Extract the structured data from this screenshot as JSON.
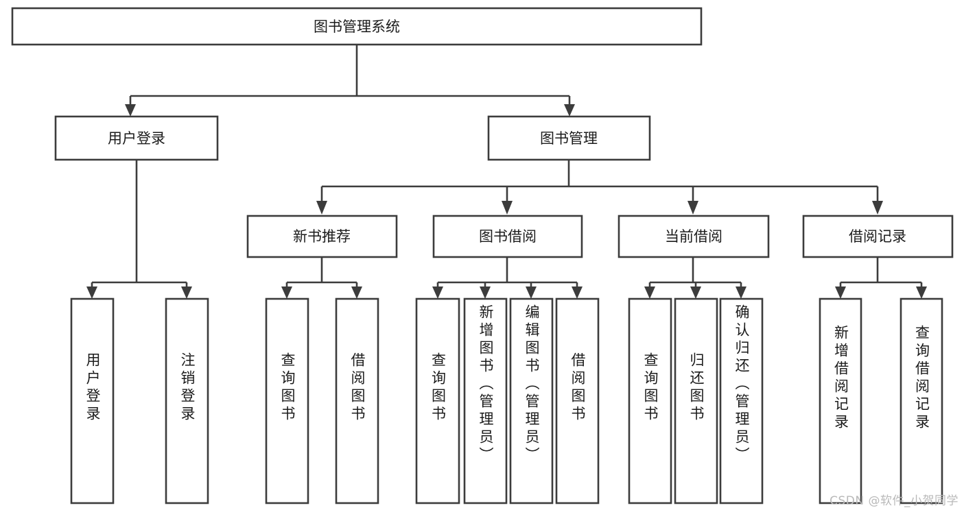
{
  "diagram": {
    "type": "tree",
    "orientation": "top-down",
    "root": {
      "id": "root",
      "label": "图书管理系统"
    },
    "level2": [
      {
        "id": "user-login",
        "label": "用户登录"
      },
      {
        "id": "book-manage",
        "label": "图书管理"
      }
    ],
    "level3": [
      {
        "id": "new-book-rec",
        "label": "新书推荐",
        "parent": "book-manage"
      },
      {
        "id": "book-borrow",
        "label": "图书借阅",
        "parent": "book-manage"
      },
      {
        "id": "current-borrow",
        "label": "当前借阅",
        "parent": "book-manage"
      },
      {
        "id": "borrow-record",
        "label": "借阅记录",
        "parent": "book-manage"
      }
    ],
    "leaves": [
      {
        "id": "leaf-user-login",
        "label": "用户登录",
        "parent": "user-login"
      },
      {
        "id": "leaf-logout",
        "label": "注销登录",
        "parent": "user-login"
      },
      {
        "id": "leaf-query-book-1",
        "label": "查询图书",
        "parent": "new-book-rec"
      },
      {
        "id": "leaf-borrow-book-1",
        "label": "借阅图书",
        "parent": "new-book-rec"
      },
      {
        "id": "leaf-query-book-2",
        "label": "查询图书",
        "parent": "book-borrow"
      },
      {
        "id": "leaf-add-book",
        "label": "新增图书（管理员）",
        "parent": "book-borrow"
      },
      {
        "id": "leaf-edit-book",
        "label": "编辑图书（管理员）",
        "parent": "book-borrow"
      },
      {
        "id": "leaf-borrow-book-2",
        "label": "借阅图书",
        "parent": "book-borrow"
      },
      {
        "id": "leaf-query-book-3",
        "label": "查询图书",
        "parent": "current-borrow"
      },
      {
        "id": "leaf-return-book",
        "label": "归还图书",
        "parent": "current-borrow"
      },
      {
        "id": "leaf-confirm-return",
        "label": "确认归还（管理员）",
        "parent": "current-borrow"
      },
      {
        "id": "leaf-add-record",
        "label": "新增借阅记录",
        "parent": "borrow-record"
      },
      {
        "id": "leaf-query-record",
        "label": "查询借阅记录",
        "parent": "borrow-record"
      }
    ],
    "colors": {
      "stroke": "#3c3c3c",
      "fill": "#ffffff",
      "text": "#1b1b1b",
      "background": "#ffffff",
      "watermark": "#b9b9b9"
    }
  },
  "watermark": {
    "text": "CSDN @软件_小贺同学"
  }
}
